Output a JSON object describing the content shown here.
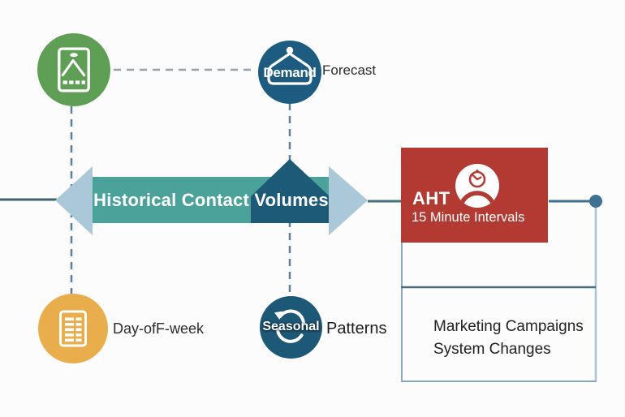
{
  "diagram": {
    "center_arrow": {
      "label": "Historical Contact Volumes"
    },
    "nodes": {
      "mobile": {
        "icon": "mobile-image-icon"
      },
      "demand": {
        "badge_label": "Demand",
        "label": "Forecast",
        "icon": "tag-icon"
      },
      "day_of_week": {
        "label": "Day-ofF-week",
        "icon": "schedule-sheet-icon"
      },
      "seasonal": {
        "badge_label": "Seasonal",
        "label": "Patterns",
        "icon": "cycle-arrows-icon"
      }
    },
    "aht_box": {
      "title": "AHT",
      "subtitle": "15 Minute Intervals",
      "icon": "agent-timer-icon"
    },
    "notes_box": {
      "line1": "Marketing Campaigns",
      "line2": "System Changes"
    },
    "colors": {
      "node_green": "#5f9f55",
      "node_dark_blue": "#1d5c80",
      "band_teal": "#4ba29a",
      "pentagon_dark_teal": "#1d5a78",
      "arrowhead_light_blue": "#abc8d8",
      "box_red": "#b33a32",
      "node_yellow": "#e9ad4c",
      "connector_steel_blue": "#3e7192",
      "text_dark": "#2b2b2b"
    }
  }
}
